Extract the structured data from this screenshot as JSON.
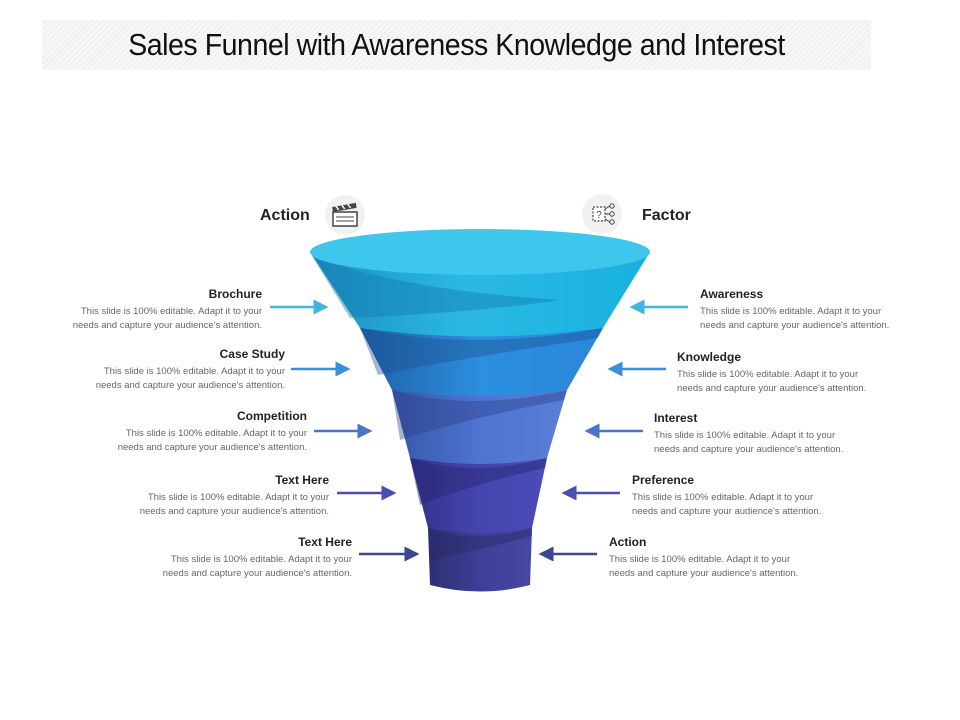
{
  "title": "Sales Funnel with Awareness Knowledge and Interest",
  "headers": {
    "left": {
      "label": "Action",
      "icon": "clapperboard-icon"
    },
    "right": {
      "label": "Factor",
      "icon": "flowchart-icon"
    }
  },
  "colors": {
    "arrow_left": [
      "#3fb6dc",
      "#3a8fd8",
      "#4a74c9",
      "#4a4fae",
      "#3e4690"
    ],
    "arrow_right": [
      "#3fb6dc",
      "#3a8fd8",
      "#4a74c9",
      "#4a4fae",
      "#3e4690"
    ],
    "funnel_layers": [
      "#2bb8e3",
      "#2d8fdf",
      "#4e73d1",
      "#4545b0",
      "#3d3f97"
    ]
  },
  "left_items": [
    {
      "name": "Brochure",
      "desc_line1": "This slide is 100% editable.  Adapt it to your",
      "desc_line2": "needs  and  capture  your audience's  attention."
    },
    {
      "name": "Case Study",
      "desc_line1": "This slide is 100% editable.  Adapt it to your",
      "desc_line2": "needs  and  capture  your audience's  attention."
    },
    {
      "name": "Competition",
      "desc_line1": "This slide is 100% editable.  Adapt it to your",
      "desc_line2": "needs  and  capture  your audience's  attention."
    },
    {
      "name": "Text Here",
      "desc_line1": "This slide is 100% editable.  Adapt it to your",
      "desc_line2": "needs  and  capture  your audience's  attention."
    },
    {
      "name": "Text Here",
      "desc_line1": "This slide is 100% editable.  Adapt it to your",
      "desc_line2": "needs  and  capture  your audience's  attention."
    }
  ],
  "right_items": [
    {
      "name": "Awareness",
      "desc_line1": "This slide is 100% editable.  Adapt it to your",
      "desc_line2": "needs  and  capture  your audience's  attention."
    },
    {
      "name": "Knowledge",
      "desc_line1": "This slide is 100% editable.  Adapt it to your",
      "desc_line2": "needs  and  capture  your audience's  attention."
    },
    {
      "name": "Interest",
      "desc_line1": "This slide is 100% editable.  Adapt it to your",
      "desc_line2": "needs  and  capture  your audience's  attention."
    },
    {
      "name": "Preference",
      "desc_line1": "This slide is 100% editable.  Adapt it to your",
      "desc_line2": "needs  and  capture  your audience's  attention."
    },
    {
      "name": "Action",
      "desc_line1": "This slide is 100% editable.  Adapt it to your",
      "desc_line2": "needs  and  capture  your audience's  attention."
    }
  ]
}
